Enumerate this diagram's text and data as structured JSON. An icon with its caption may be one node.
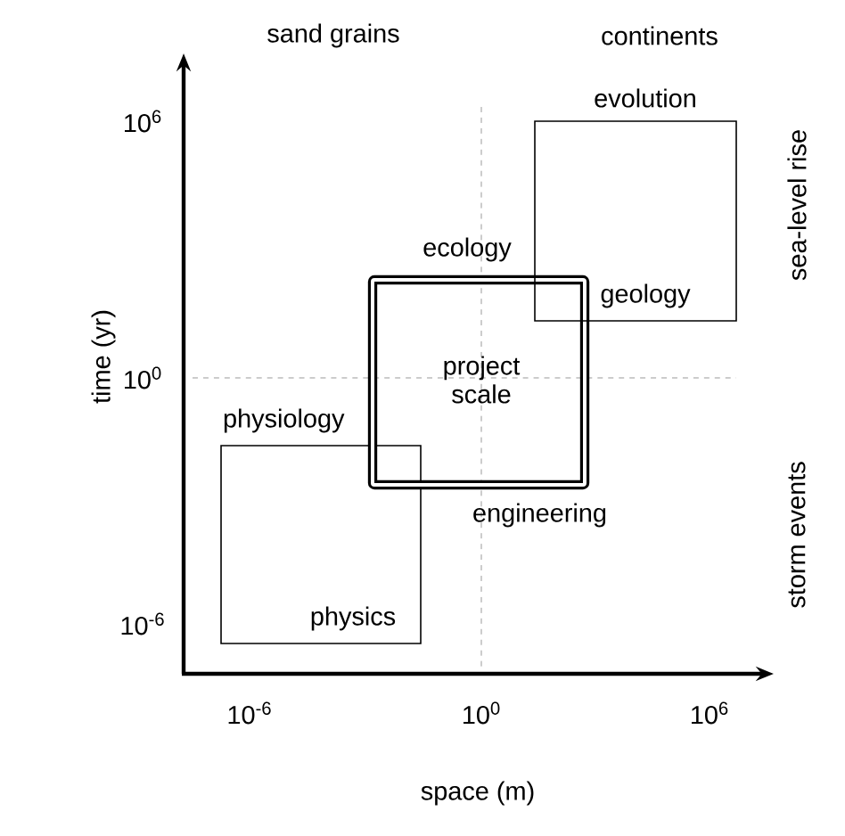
{
  "diagram": {
    "nodes": [
      {
        "text": [
          "physiology",
          "physics"
        ]
      },
      {
        "text": [
          "ecology",
          "project scale",
          "engineering"
        ]
      },
      {
        "text": [
          "evolution",
          "geology"
        ]
      }
    ],
    "edges": [],
    "labels": [
      "sand grains",
      "continents",
      "10$^{6}$",
      "sea-level rise",
      "time (yr)",
      "10$^{0}$",
      "storm events",
      "10$^{-6}$",
      "10$^{-6}$",
      "10$^{0}$",
      "10$^{6}$",
      "space (m)"
    ]
  }
}
